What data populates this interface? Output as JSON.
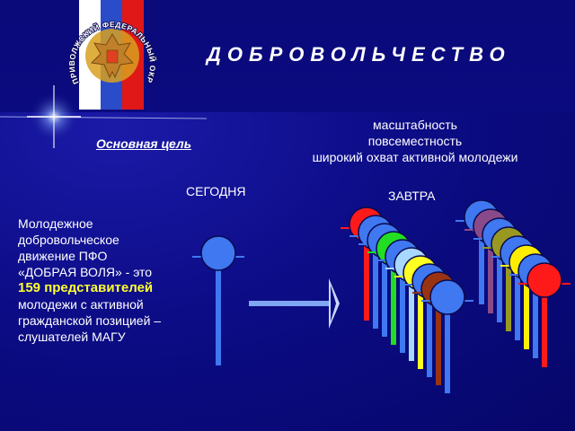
{
  "header": {
    "title": "ДОБРОВОЛЬЧЕСТВО",
    "emblem_text": "ПРИВОЛЖСКИЙ ФЕДЕРАЛЬНЫЙ ОКРУГ"
  },
  "goal_label": "Основная цель",
  "features": [
    "масштабность",
    "повсеместность",
    "широкий охват активной молодежи"
  ],
  "today_label": "СЕГОДНЯ",
  "tomorrow_label": "ЗАВТРА",
  "description": {
    "line1": "Молодежное",
    "line2": "добровольческое",
    "line3": "движение ПФО",
    "line4": "«ДОБРАЯ ВОЛЯ» - это",
    "highlight": "159 представителей",
    "line6": "молодежи с активной",
    "line7": "гражданской позицией –",
    "line8": "слушателей МАГУ"
  },
  "colors": {
    "background": "#0c0c86",
    "figure_blue": "#3f78f0",
    "highlight": "#ffff33",
    "flag": [
      "#ffffff",
      "#2a4cc8",
      "#e01818"
    ]
  },
  "figures": {
    "today": {
      "icon": "person-figure-icon",
      "color": "#3f78f0"
    },
    "group1": [
      "#ff1a1a",
      "#3f78f0",
      "#3f78f0",
      "#22dd22",
      "#3f78f0",
      "#a8d8ff",
      "#ffff22",
      "#3f78f0",
      "#993311",
      "#3f78f0"
    ],
    "group2": [
      "#3f78f0",
      "#8a4a8a",
      "#3f78f0",
      "#999922",
      "#3f78f0",
      "#ffee00",
      "#3f78f0",
      "#ff1a1a"
    ]
  }
}
